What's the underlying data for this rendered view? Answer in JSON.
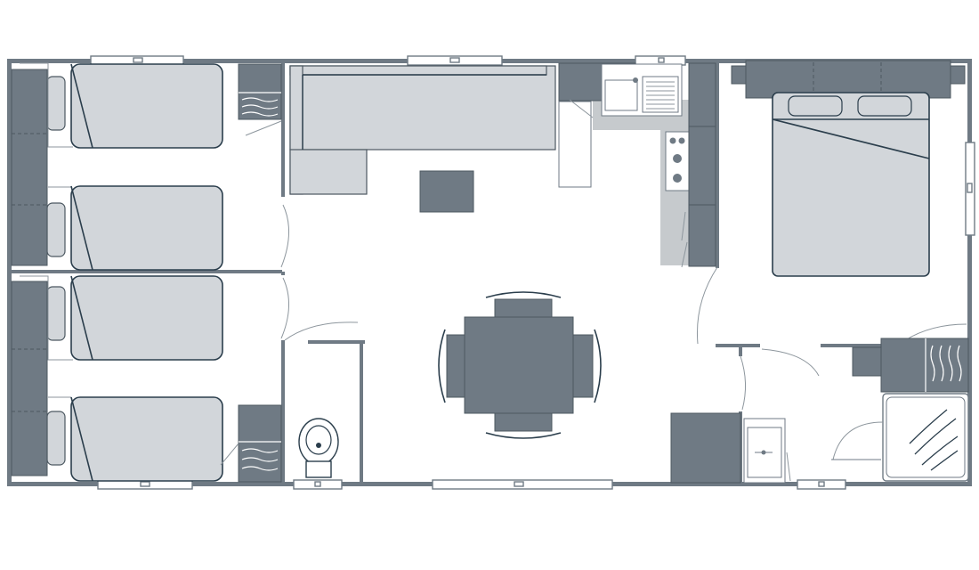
{
  "floor_plan": {
    "rooms": [
      "bunk-bedroom-upper",
      "bunk-bedroom-lower",
      "living-room",
      "kitchen",
      "master-bedroom",
      "toilet",
      "shower-room"
    ],
    "counts": {
      "single_beds": 4,
      "double_beds": 1,
      "dining_chairs": 4,
      "hob_burners": 4
    },
    "colors": {
      "wall": "#6f7a84",
      "furniture_dark": "#6f7a84",
      "fabric": "#d2d6da",
      "outline": "#2b3e4c",
      "floor": "#ffffff"
    }
  }
}
